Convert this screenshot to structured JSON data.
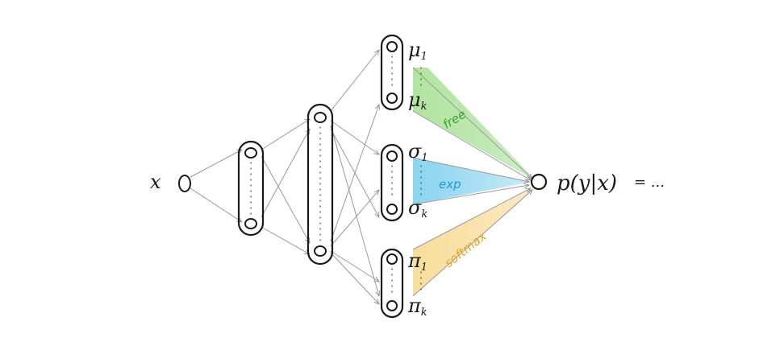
{
  "diagram": {
    "input_label": "x",
    "output_label": "p(y|x)",
    "faded_suffix": "= ...",
    "groups": [
      {
        "id": "mu",
        "top_label": "μ",
        "top_sub": "1",
        "bottom_label": "μ",
        "bottom_sub": "k",
        "transform": "free",
        "color": "#7ccf6a",
        "text_color": "#3aa034"
      },
      {
        "id": "sigma",
        "top_label": "σ",
        "top_sub": "1",
        "bottom_label": "σ",
        "bottom_sub": "k",
        "transform": "exp",
        "color": "#5bc0e8",
        "text_color": "#1e9ad0"
      },
      {
        "id": "pi",
        "top_label": "π",
        "top_sub": "1",
        "bottom_label": "π",
        "bottom_sub": "k",
        "transform": "softmax",
        "color": "#f3c766",
        "text_color": "#e0a820"
      }
    ],
    "colors": {
      "ink": "#1a1a1a",
      "arrow": "#9a9a9a"
    }
  }
}
